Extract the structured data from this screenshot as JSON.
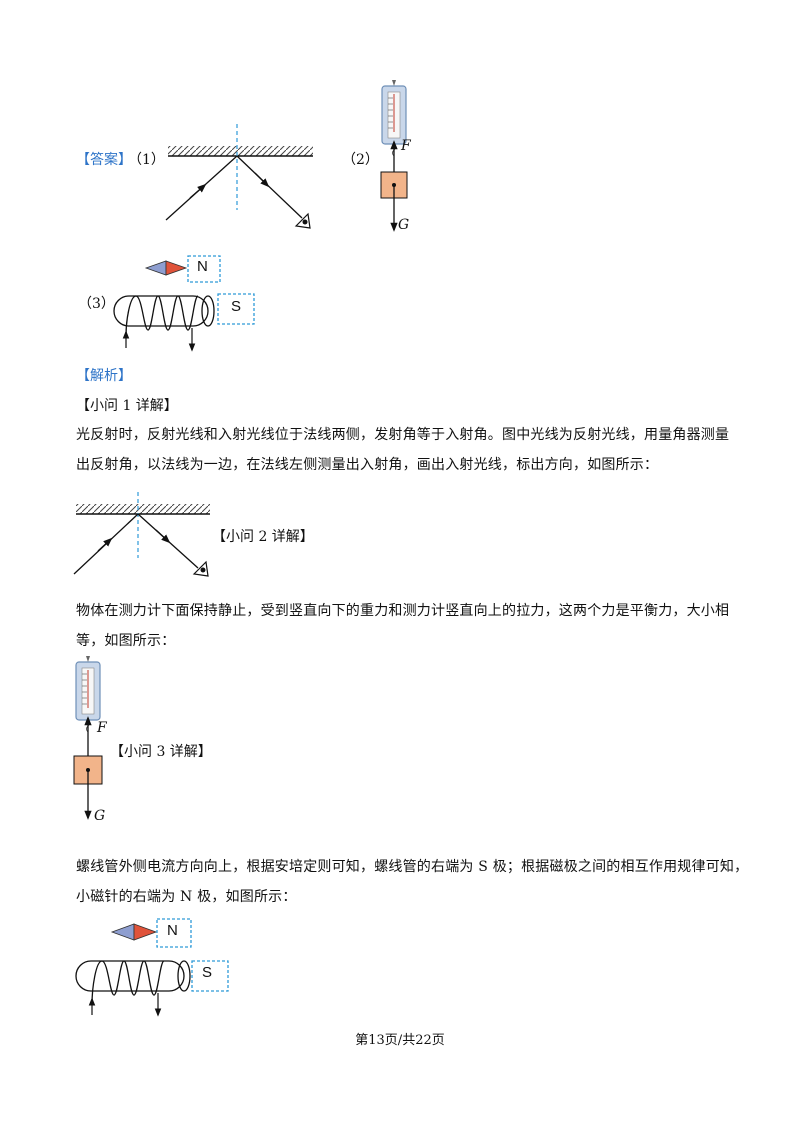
{
  "answer": {
    "tag": "【答案】",
    "part1_label": "（1）",
    "part2_label": "（2）",
    "part3_label": "（3）",
    "force_F": "F",
    "force_G": "G",
    "pole_N": "N",
    "pole_S": "S"
  },
  "analysis": {
    "tag": "【解析】",
    "q1_heading": "【小问 1 详解】",
    "q1_text_line1": "光反射时，反射光线和入射光线位于法线两侧，发射角等于入射角。图中光线为反射光线，用量角器测量",
    "q1_text_line2": "出反射角，以法线为一边，在法线左侧测量出入射角，画出入射光线，标出方向，如图所示：",
    "q2_heading": "【小问 2 详解】",
    "q2_text_line1": "物体在测力计下面保持静止，受到竖直向下的重力和测力计竖直向上的拉力，这两个力是平衡力，大小相",
    "q2_text_line2": "等，如图所示：",
    "q3_heading": "【小问 3 详解】",
    "q3_text_line1": "螺线管外侧电流方向向上，根据安培定则可知，螺线管的右端为 S 极；根据磁极之间的相互作用规律可知，",
    "q3_text_line2": "小磁针的右端为 N 极，如图所示：",
    "force_F": "F",
    "force_G": "G",
    "pole_N": "N",
    "pole_S": "S"
  },
  "footer": {
    "page_number": "第13页/共22页"
  },
  "colors": {
    "accent": "#2e74c8",
    "block_fill": "#f2b48a",
    "needle_red": "#e0533a",
    "needle_blue": "#8e9ed0"
  }
}
